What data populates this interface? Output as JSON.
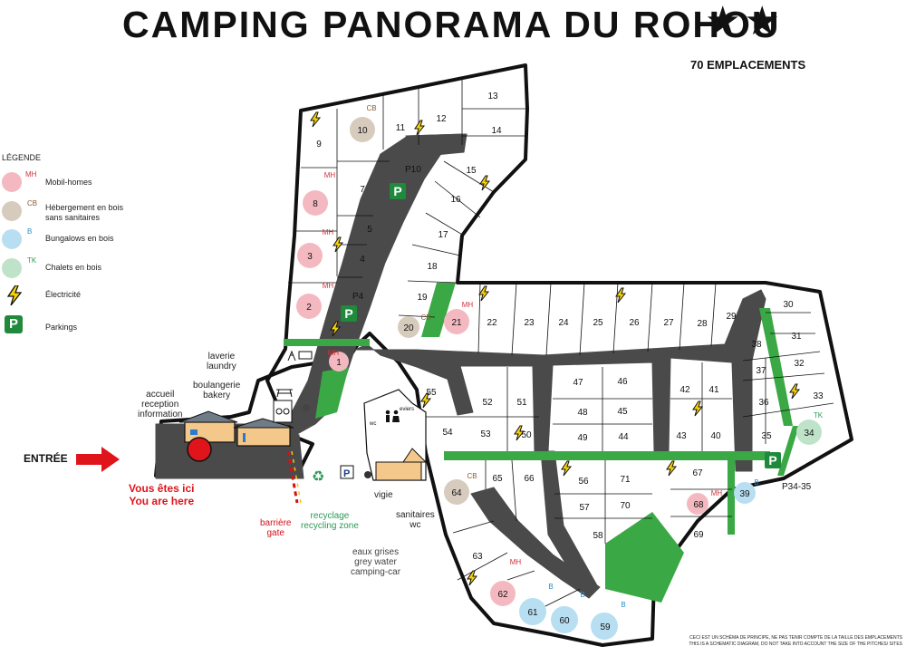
{
  "map": {
    "title": "CAMPING PANORAMA DU ROHOU",
    "stars": "★★",
    "subtitle": "70 EMPLACEMENTS",
    "entrance": "ENTRÉE",
    "you_are_here_fr": "Vous êtes ici",
    "you_are_here_en": "You are here",
    "disclaimer_fr": "CECI EST UN SCHÉMA DE PRINCIPE, NE PAS TENIR COMPTE DE LA TAILLE DES EMPLACEMENTS",
    "disclaimer_en": "THIS IS A SCHEMATIC DIAGRAM, DO NOT TAKE INTO ACCOUNT THE SIZE OF THE PITCHES/ SITES"
  },
  "legend": {
    "title": "LÉGENDE",
    "mobilhome": {
      "abbr": "MH",
      "label": "Mobil-homes",
      "color": "#f4b9c0"
    },
    "wood": {
      "abbr": "CB",
      "label_1": "Hébergement en bois",
      "label_2": "sans sanitaires",
      "color": "#d7cbbd"
    },
    "bungalow": {
      "abbr": "B",
      "label": "Bungalows en bois",
      "color": "#b8def2"
    },
    "chalet": {
      "abbr": "TK",
      "label": "Chalets en bois",
      "color": "#bfe3c9"
    },
    "electricity": {
      "label": "Électricité"
    },
    "parking": {
      "symbol": "P",
      "label": "Parkings"
    }
  },
  "facilities": {
    "reception": [
      "accueil",
      "reception",
      "information"
    ],
    "bakery": [
      "boulangerie",
      "bakery"
    ],
    "laundry": [
      "laverie",
      "laundry"
    ],
    "gate": [
      "barrière",
      "gate"
    ],
    "recycling": [
      "recyclage",
      "recycling zone"
    ],
    "lookout": "vigie",
    "toilets": [
      "sanitaires",
      "wc"
    ],
    "grey_water": [
      "eaux grises",
      "grey water",
      "camping-car"
    ],
    "sinks": "eviers",
    "wc_small": "wc",
    "parking_p4": "P4",
    "parking_p10": "P10",
    "parking_p3435": "P34-35"
  },
  "plots": {
    "p1": "1",
    "p2": "2",
    "p3": "3",
    "p4": "4",
    "p5": "5",
    "p7": "7",
    "p8": "8",
    "p9": "9",
    "p10": "10",
    "p11": "11",
    "p12": "12",
    "p13": "13",
    "p14": "14",
    "p15": "15",
    "p16": "16",
    "p17": "17",
    "p18": "18",
    "p19": "19",
    "p20": "20",
    "p21": "21",
    "p22": "22",
    "p23": "23",
    "p24": "24",
    "p25": "25",
    "p26": "26",
    "p27": "27",
    "p28": "28",
    "p29": "29",
    "p30": "30",
    "p31": "31",
    "p32": "32",
    "p33": "33",
    "p34": "34",
    "p35": "35",
    "p36": "36",
    "p37": "37",
    "p38": "38",
    "p39": "39",
    "p40": "40",
    "p41": "41",
    "p42": "42",
    "p43": "43",
    "p44": "44",
    "p45": "45",
    "p46": "46",
    "p47": "47",
    "p48": "48",
    "p49": "49",
    "p50": "50",
    "p51": "51",
    "p52": "52",
    "p53": "53",
    "p54": "54",
    "p55": "55",
    "p56": "56",
    "p57": "57",
    "p58": "58",
    "p59": "59",
    "p60": "60",
    "p61": "61",
    "p62": "62",
    "p63": "63",
    "p64": "64",
    "p65": "65",
    "p66": "66",
    "p67": "67",
    "p68": "68",
    "p69": "69",
    "p70": "70",
    "p71": "71"
  },
  "tags": {
    "mh": "MH",
    "cb": "CB",
    "b": "B",
    "tk": "TK",
    "p": "P"
  }
}
